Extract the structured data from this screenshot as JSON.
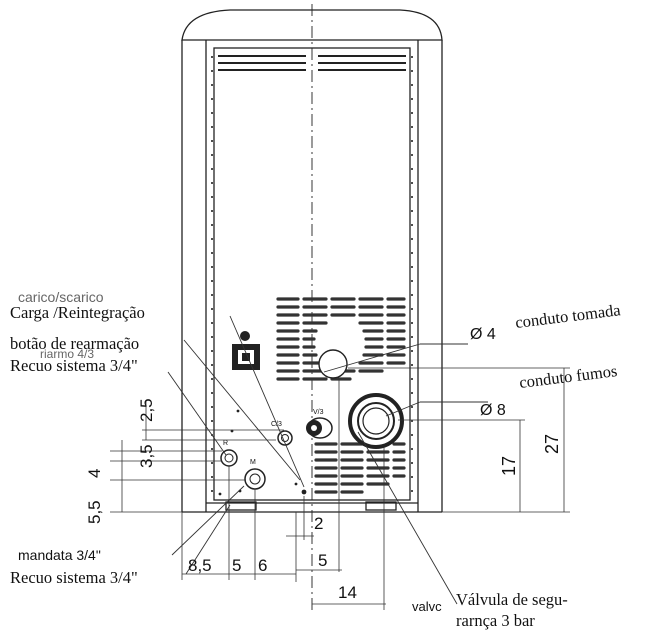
{
  "labels": {
    "carga": "Carga /Reintegração",
    "ghost_top": "carico/scarico",
    "rearm": "botão de rearmação",
    "ghost_mid": "riarmo 4/3",
    "recuo_top": "Recuo sistema 3/4\"",
    "mandata": "mandata 3/4\"",
    "recuo_bottom": "Recuo sistema 3/4\"",
    "valvc": "valvc",
    "valvula_1": "Válvula de segu-",
    "valvula_2": "rarnça 3 bar",
    "conduto_tomada": "conduto tomada",
    "conduto_fumos": "conduto fumos"
  },
  "dimensions": {
    "d4": "Ø 4",
    "d8": "Ø 8",
    "v27": "27",
    "v17": "17",
    "v2_5": "2,5",
    "v3_5": "3,5",
    "v4": "4",
    "v5_5": "5,5",
    "h8_5": "8,5",
    "h5a": "5",
    "h6": "6",
    "h2": "2",
    "h5b": "5",
    "h14": "14"
  },
  "fittings": {
    "c3": "C/3",
    "v3": "V/3",
    "r": "R",
    "m": "M"
  }
}
